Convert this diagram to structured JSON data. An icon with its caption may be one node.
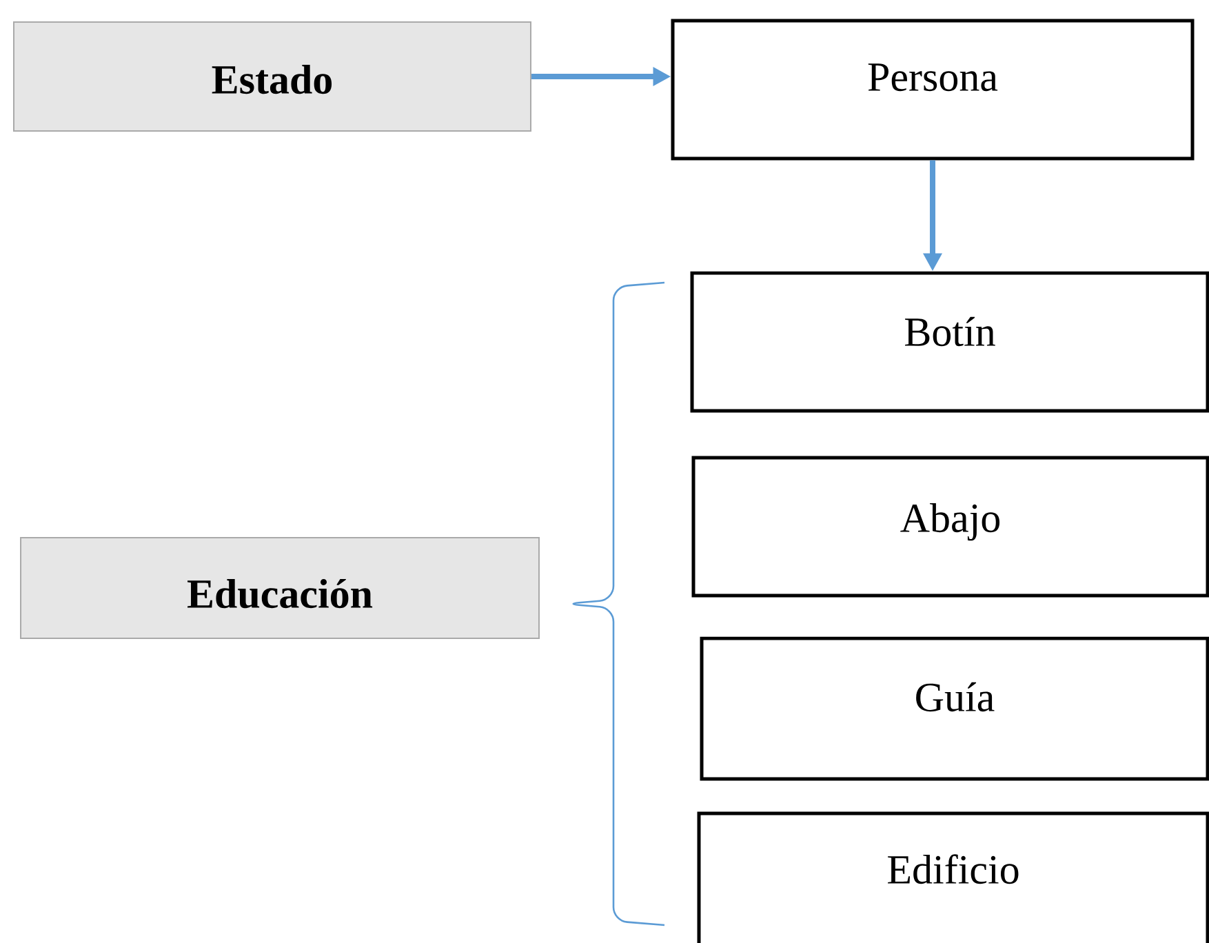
{
  "diagram": {
    "nodes": [
      {
        "text": [
          "Estado"
        ]
      },
      {
        "text": [
          "Persona"
        ]
      },
      {
        "text": [
          "Botín"
        ]
      },
      {
        "text": [
          "Abajo"
        ]
      },
      {
        "text": [
          "Educación"
        ]
      },
      {
        "text": [
          "Guía"
        ]
      },
      {
        "text": [
          "Edificio"
        ]
      }
    ],
    "edges": [
      {
        "from": 0,
        "to": 1,
        "arrow": "to"
      },
      {
        "from": 1,
        "to": 2,
        "arrow": "to"
      }
    ]
  }
}
